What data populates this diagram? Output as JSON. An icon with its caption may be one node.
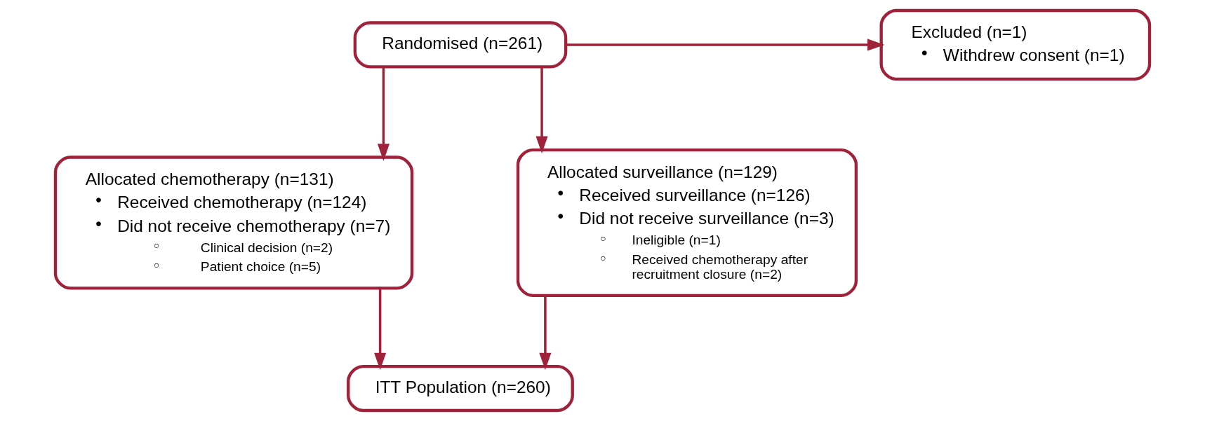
{
  "diagram": {
    "nodes": [
      {
        "text": [
          "Randomised (n=261)"
        ]
      },
      {
        "text": [
          "Excluded (n=1)",
          "●",
          "Withdrew consent (n=1)"
        ]
      },
      {
        "text": [
          "Allocated chemotherapy (n=131)",
          "●",
          "Received chemotherapy (n=124)",
          "●",
          "Did not receive chemotherapy (n=7)",
          "○",
          "Clinical decision (n=2)",
          "○",
          "Patient choice (n=5)"
        ]
      },
      {
        "text": [
          "Allocated surveillance (n=129)",
          "●",
          "Received surveillance (n=126)",
          "●",
          "Did not receive surveillance (n=3)",
          "○",
          "Ineligible (n=1)",
          "○",
          "Received chemotherapy after recruitment closure (n=2)"
        ]
      },
      {
        "text": [
          "ITT Population (n=260)"
        ]
      }
    ],
    "edges": [
      {
        "from": 0,
        "to": 1,
        "arrow": "to"
      },
      {
        "from": 0,
        "to": 2,
        "arrow": "to"
      },
      {
        "from": 0,
        "to": 3,
        "arrow": "to"
      },
      {
        "from": 2,
        "to": 4,
        "arrow": "to"
      },
      {
        "from": 3,
        "to": 4,
        "arrow": "to"
      }
    ]
  }
}
